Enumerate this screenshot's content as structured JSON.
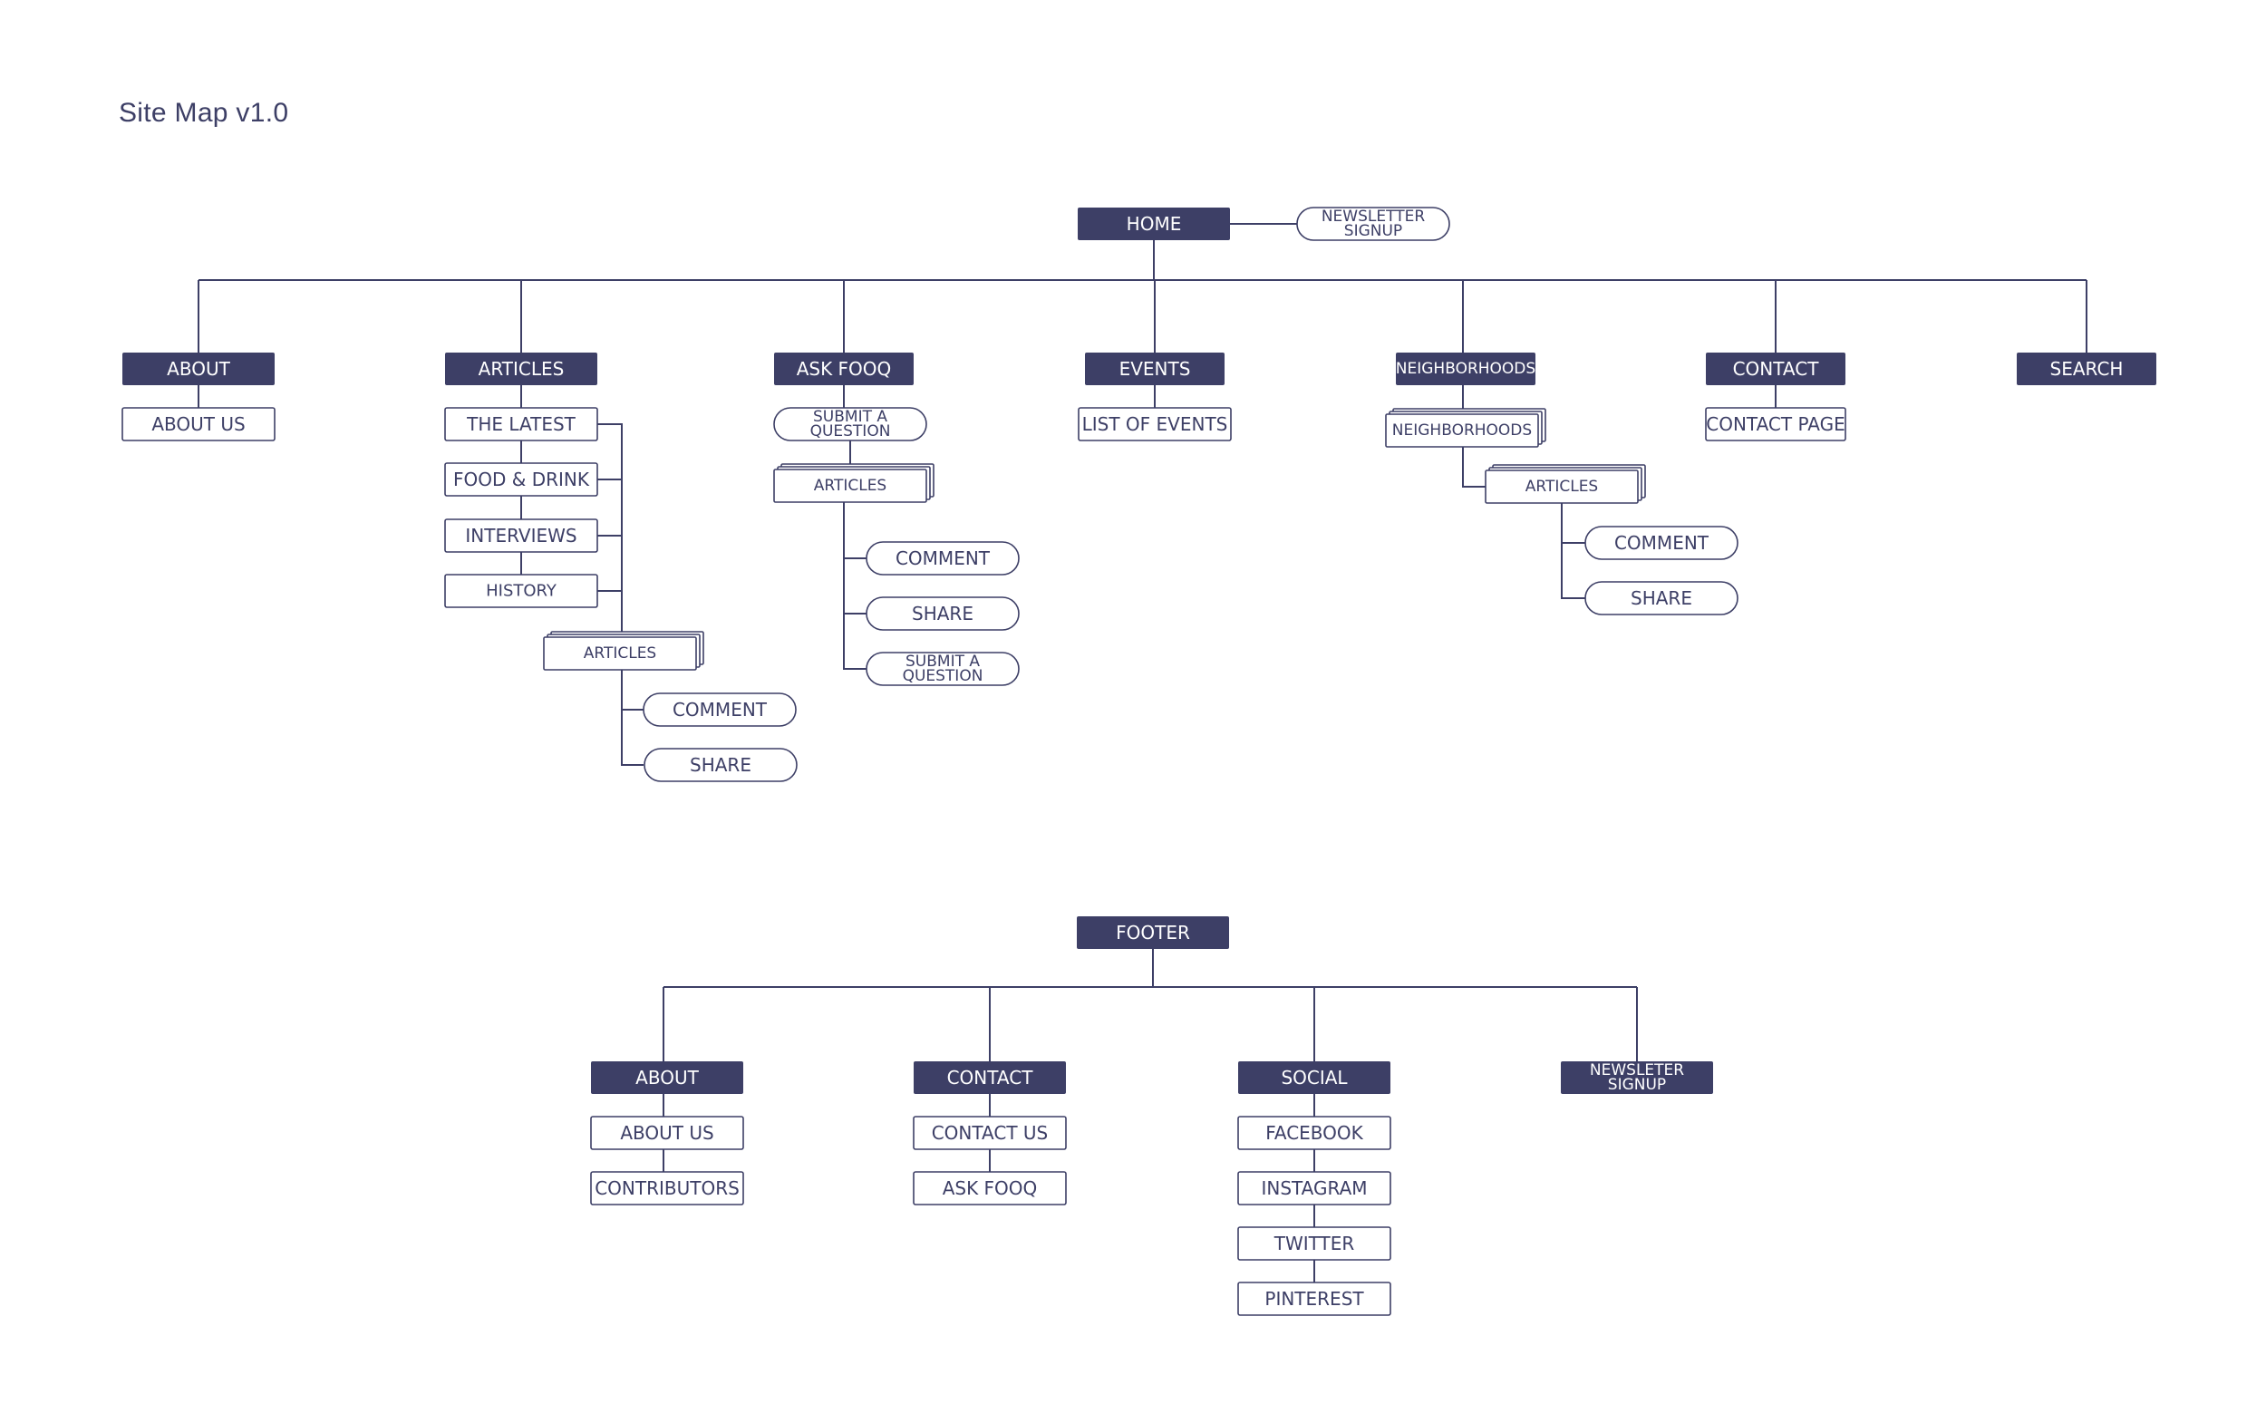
{
  "title": "Site Map v1.0",
  "colors": {
    "primary": "#3d3f66",
    "line": "#3d3f66",
    "fill_light": "#ffffff",
    "text_light": "#ffffff"
  },
  "nodes": {
    "home": "HOME",
    "newsletter_top": "NEWSLETTER SIGNUP",
    "about": "ABOUT",
    "about_us": "ABOUT US",
    "articles": "ARTICLES",
    "the_latest": "THE LATEST",
    "food_drink": "FOOD & DRINK",
    "interviews": "INTERVIEWS",
    "history": "HISTORY",
    "articles_sub": "ARTICLES",
    "articles_comment": "COMMENT",
    "articles_share": "SHARE",
    "ask_fooq": "ASK FOOQ",
    "ask_submit": "SUBMIT A QUESTION",
    "ask_articles": "ARTICLES",
    "ask_comment": "COMMENT",
    "ask_share": "SHARE",
    "ask_submit2": "SUBMIT A QUESTION",
    "events": "EVENTS",
    "list_of_events": "LIST OF EVENTS",
    "neighborhoods": "NEIGHBORHOODS",
    "neighborhoods_sub": "NEIGHBORHOODS",
    "nb_articles": "ARTICLES",
    "nb_comment": "COMMENT",
    "nb_share": "SHARE",
    "contact": "CONTACT",
    "contact_page": "CONTACT PAGE",
    "search": "SEARCH",
    "footer": "FOOTER",
    "f_about": "ABOUT",
    "f_about_us": "ABOUT US",
    "f_contributors": "CONTRIBUTORS",
    "f_contact": "CONTACT",
    "f_contact_us": "CONTACT US",
    "f_ask_fooq": "ASK FOOQ",
    "f_social": "SOCIAL",
    "f_facebook": "FACEBOOK",
    "f_instagram": "INSTAGRAM",
    "f_twitter": "TWITTER",
    "f_pinterest": "PINTEREST",
    "f_newsletter": "NEWSLETER SIGNUP"
  }
}
